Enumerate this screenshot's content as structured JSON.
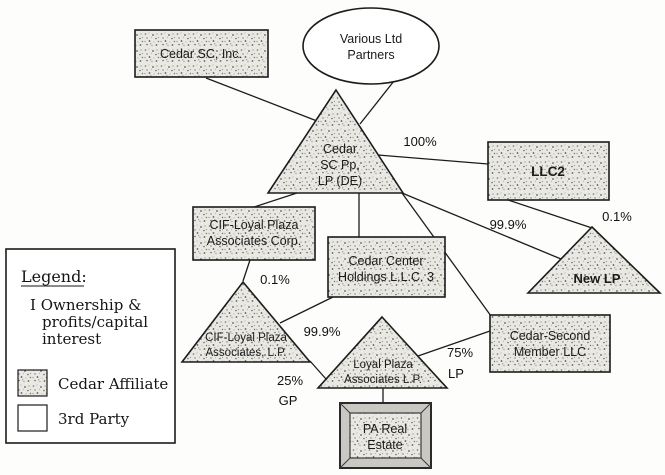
{
  "diagram": {
    "nodes": {
      "cedar_sc_inc": {
        "label": "Cedar SC, Inc."
      },
      "various_ltd_partners": {
        "lines": [
          "Various Ltd",
          "Partners"
        ]
      },
      "cedar_sc_pp": {
        "lines": [
          "Cedar",
          "SC Pp,",
          "LP (DE)"
        ]
      },
      "llc2": {
        "label": "LLC2"
      },
      "new_lp": {
        "label": "New LP"
      },
      "cif_loyal_plaza_corp": {
        "lines": [
          "CIF-Loyal Plaza",
          "Associates Corp."
        ]
      },
      "cedar_center_holdings": {
        "lines": [
          "Cedar Center",
          "Holdings L.L.C. 3"
        ]
      },
      "cif_loyal_plaza_lp": {
        "lines": [
          "CIF-Loyal Plaza",
          "Associates, L.P."
        ]
      },
      "loyal_plaza_associates": {
        "lines": [
          "Loyal Plaza",
          "Associates L.P."
        ]
      },
      "cedar_second_member": {
        "lines": [
          "Cedar-Second",
          "Member LLC"
        ]
      },
      "pa_real_estate": {
        "lines": [
          "PA Real",
          "Estate"
        ]
      }
    },
    "edge_labels": {
      "llc2_pct": "100%",
      "new_lp_lp_pct": "99.9%",
      "new_lp_gp_pct": "0.1%",
      "cif_lp_gp_pct": "0.1%",
      "cif_lp_lp_pct": "99.9%",
      "loyal_lp_pct": "75%",
      "loyal_lp_role": "LP",
      "loyal_gp_pct": "25%",
      "loyal_gp_role": "GP"
    },
    "legend": {
      "title": "Legend:",
      "note_lines": [
        "I Ownership &",
        "profits/capital",
        "interest"
      ],
      "items": [
        {
          "swatch": "stipple",
          "label": "Cedar Affiliate"
        },
        {
          "swatch": "white",
          "label": "3rd Party"
        }
      ]
    },
    "colors": {
      "affiliate_fill": "#e8e7e2",
      "line": "#1c1c1c",
      "background": "#fdfdfb"
    }
  }
}
